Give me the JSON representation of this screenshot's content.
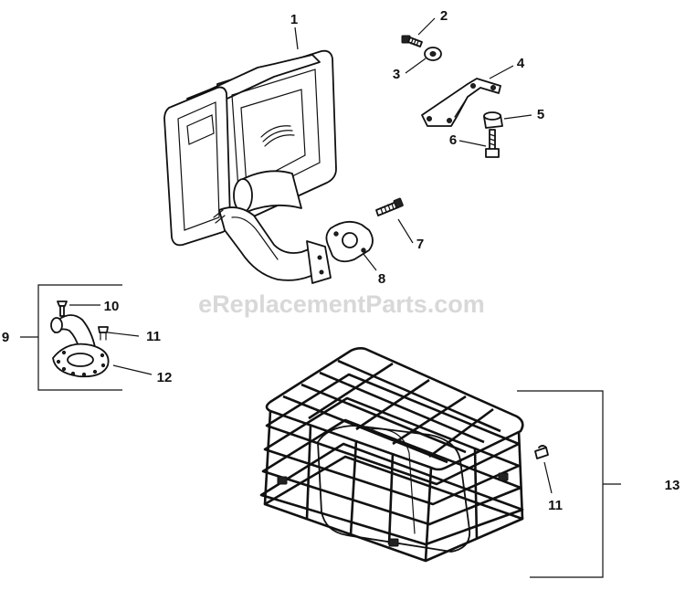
{
  "watermark": "eReplacementParts.com",
  "callouts": [
    {
      "id": "c1",
      "text": "1"
    },
    {
      "id": "c2",
      "text": "2"
    },
    {
      "id": "c3",
      "text": "3"
    },
    {
      "id": "c4",
      "text": "4"
    },
    {
      "id": "c5",
      "text": "5"
    },
    {
      "id": "c6",
      "text": "6"
    },
    {
      "id": "c7",
      "text": "7"
    },
    {
      "id": "c8",
      "text": "8"
    },
    {
      "id": "c9",
      "text": "9"
    },
    {
      "id": "c10",
      "text": "10"
    },
    {
      "id": "c11a",
      "text": "11"
    },
    {
      "id": "c12",
      "text": "12"
    },
    {
      "id": "c13",
      "text": "13"
    },
    {
      "id": "c11b",
      "text": "11"
    }
  ]
}
